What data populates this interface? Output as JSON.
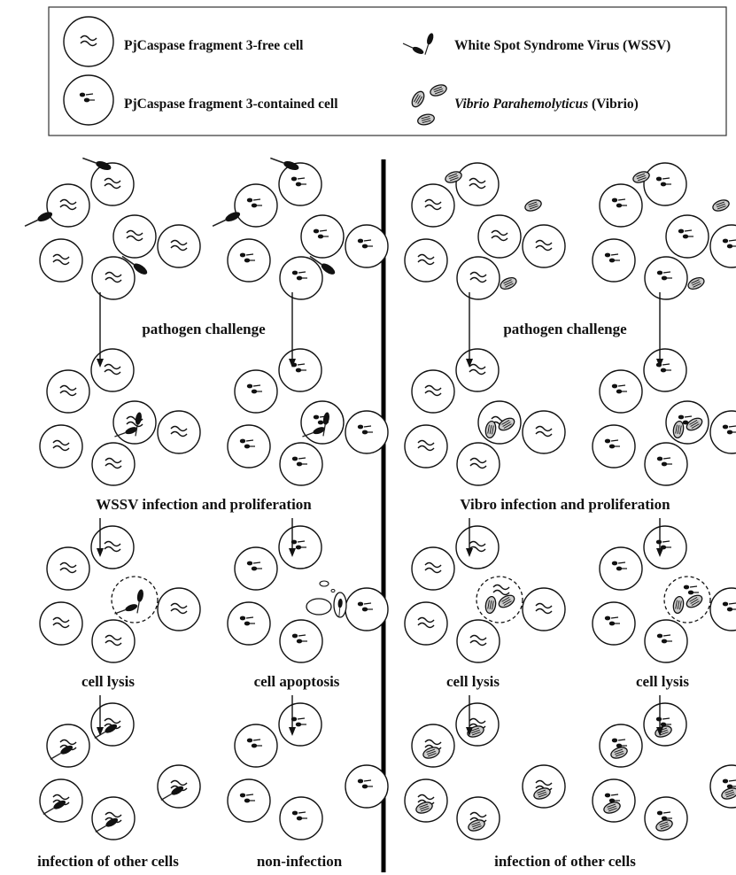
{
  "legend": {
    "free_cell": "PjCaspase fragment 3-free cell",
    "contained_cell": "PjCaspase fragment 3-contained cell",
    "wssv": "White Spot Syndrome Virus (WSSV)",
    "vibrio_name": "Vibrio Parahemolyticus",
    "vibrio_abbr": "(Vibrio)"
  },
  "labels": {
    "pathogen_challenge_left": "pathogen challenge",
    "pathogen_challenge_right": "pathogen challenge",
    "wssv_infection": "WSSV infection and proliferation",
    "vibrio_infection": "Vibro infection and proliferation",
    "cell_lysis_1": "cell lysis",
    "cell_apoptosis": "cell apoptosis",
    "cell_lysis_2": "cell lysis",
    "cell_lysis_3": "cell lysis",
    "infection_left": "infection of other cells",
    "non_infection": "non-infection",
    "infection_right": "infection of other cells"
  }
}
